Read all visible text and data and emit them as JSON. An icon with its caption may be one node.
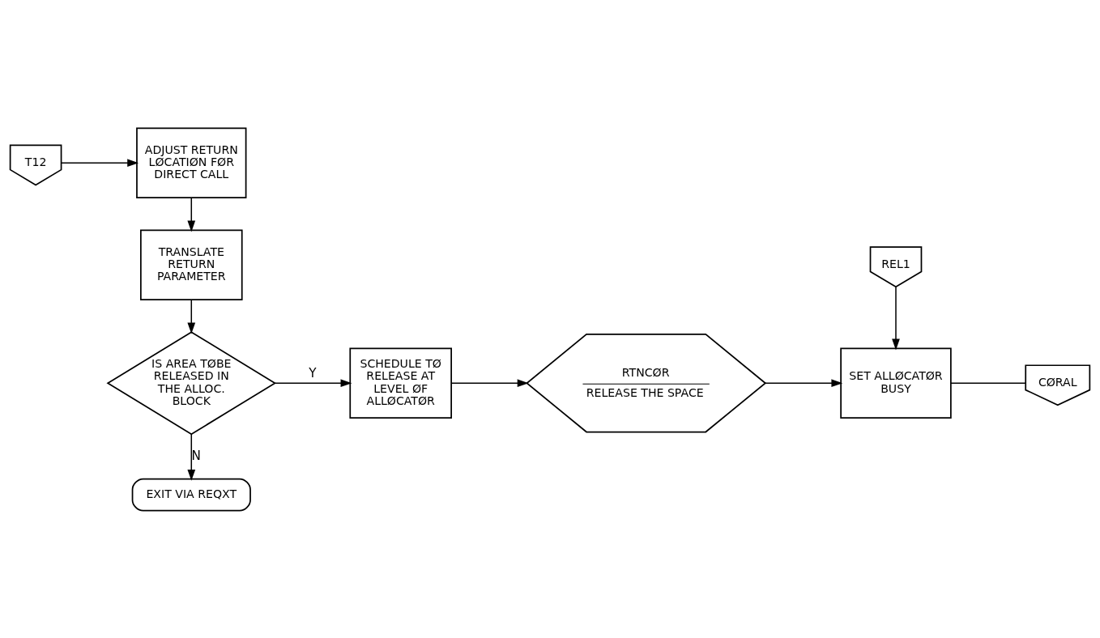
{
  "diagram": {
    "nodes": [
      {
        "text": [
          "T12"
        ]
      },
      {
        "text": [
          "ADJUST RETURN LØCATIØN FØR DIRECT CALL"
        ]
      },
      {
        "text": [
          "TRANSLATE RETURN PARAMETER"
        ]
      },
      {
        "text": [
          "IS AREA TØBE RELEASED IN THE ALLOC. BLOCK"
        ]
      },
      {
        "text": [
          "SCHEDULE TØ RELEASE AT LEVEL ØF ALLØCATØR"
        ]
      },
      {
        "text": [
          "RTNCØR",
          "RELEASE THE SPACE"
        ]
      },
      {
        "text": [
          "REL1"
        ]
      },
      {
        "text": [
          "SET ALLØCATØR BUSY"
        ]
      },
      {
        "text": [
          "CØRAL"
        ]
      },
      {
        "text": [
          "EXIT VIA REQXT"
        ]
      }
    ],
    "edges": [
      {
        "from": 0,
        "to": 1,
        "arrow": "to"
      },
      {
        "from": 1,
        "to": 2,
        "arrow": "to"
      },
      {
        "from": 2,
        "to": 3,
        "arrow": "to"
      },
      {
        "from": 3,
        "to": 4,
        "arrow": "to",
        "label": "Y"
      },
      {
        "from": 3,
        "to": 9,
        "arrow": "to",
        "label": "N"
      },
      {
        "from": 4,
        "to": 5,
        "arrow": "to"
      },
      {
        "from": 5,
        "to": 7,
        "arrow": "to"
      },
      {
        "from": 6,
        "to": 7,
        "arrow": "to"
      },
      {
        "from": 7,
        "to": 8,
        "arrow": "none"
      }
    ]
  }
}
